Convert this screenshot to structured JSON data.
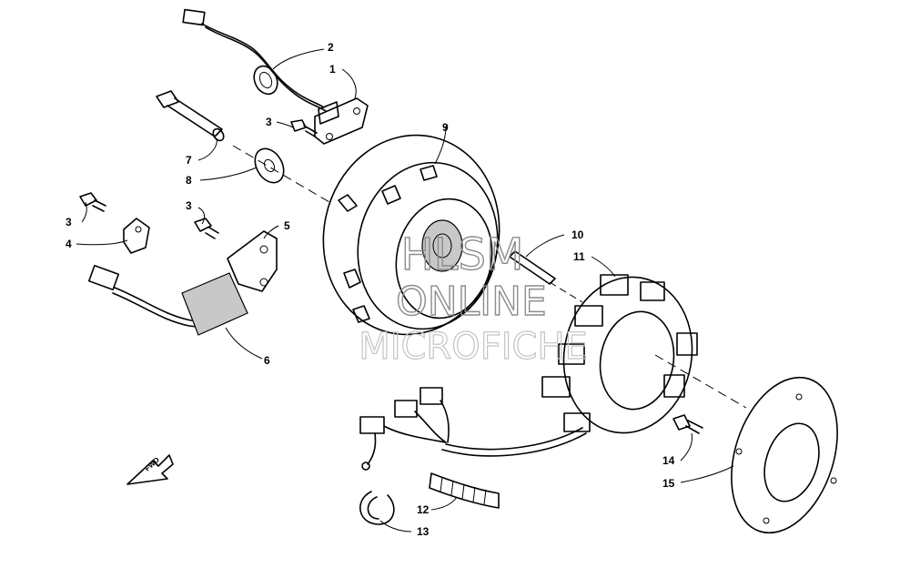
{
  "callouts": [
    {
      "id": "1",
      "label": "1"
    },
    {
      "id": "2",
      "label": "2"
    },
    {
      "id": "3a",
      "label": "3"
    },
    {
      "id": "3b",
      "label": "3"
    },
    {
      "id": "3c",
      "label": "3"
    },
    {
      "id": "4",
      "label": "4"
    },
    {
      "id": "5",
      "label": "5"
    },
    {
      "id": "6",
      "label": "6"
    },
    {
      "id": "7",
      "label": "7"
    },
    {
      "id": "8",
      "label": "8"
    },
    {
      "id": "9",
      "label": "9"
    },
    {
      "id": "10",
      "label": "10"
    },
    {
      "id": "11",
      "label": "11"
    },
    {
      "id": "12",
      "label": "12"
    },
    {
      "id": "13",
      "label": "13"
    },
    {
      "id": "14",
      "label": "14"
    },
    {
      "id": "15",
      "label": "15"
    }
  ],
  "direction_arrow": {
    "label": "FWD"
  },
  "watermark": {
    "line1": "HLSM",
    "line2": "ONLINE",
    "line3": "MICROFICHE"
  }
}
